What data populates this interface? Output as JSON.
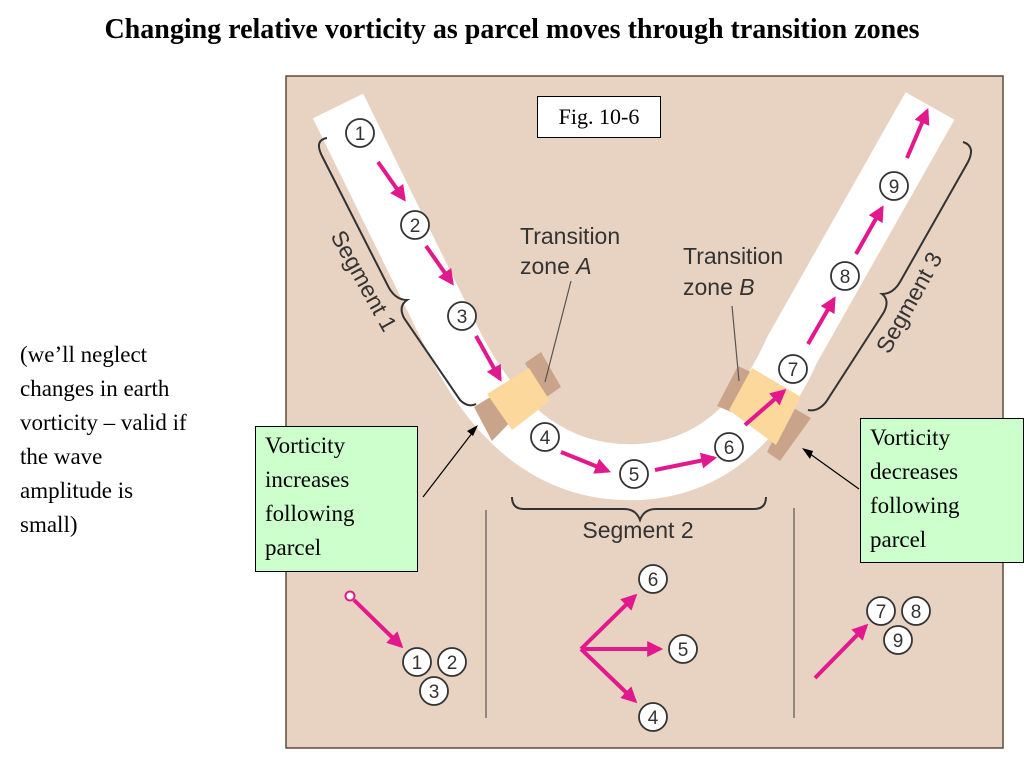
{
  "title": "Changing relative vorticity as parcel moves through transition zones",
  "note_lines": [
    "(we’ll neglect",
    "changes in earth",
    "vorticity – valid if",
    "the wave",
    "amplitude is",
    "small)"
  ],
  "figure_label": "Fig. 10-6",
  "callout_left_lines": [
    "Vorticity",
    "increases",
    "following",
    "parcel"
  ],
  "callout_right_lines": [
    "Vorticity",
    "decreases",
    "following",
    "parcel"
  ],
  "diagram": {
    "transition_a_line1": "Transition",
    "transition_a_line2": "zone",
    "transition_a_letter": "A",
    "transition_b_line1": "Transition",
    "transition_b_line2": "zone",
    "transition_b_letter": "B",
    "segment1": "Segment 1",
    "segment2": "Segment 2",
    "segment3": "Segment 3",
    "parcel_markers": [
      "1",
      "2",
      "3",
      "4",
      "5",
      "6",
      "7",
      "8",
      "9"
    ],
    "vector_group1": [
      "1",
      "2",
      "3"
    ],
    "vector_group2": [
      "6",
      "5",
      "4"
    ],
    "vector_group3": [
      "7",
      "8",
      "9"
    ]
  },
  "colors": {
    "panel": "#e8d3c2",
    "path": "#ffffff",
    "arrow": "#e2198c",
    "zone_light": "#fcd89c",
    "zone_dark": "#c9a48a",
    "callout_fill": "#ccffcc"
  }
}
